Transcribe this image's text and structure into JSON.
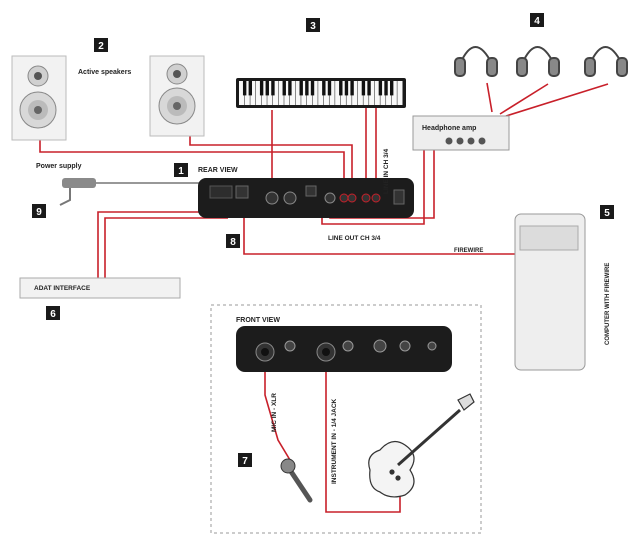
{
  "labels": {
    "rear_view": "REAR VIEW",
    "front_view": "FRONT VIEW",
    "active_speakers": "Active speakers",
    "power_supply": "Power supply",
    "headphone_amp": "Headphone amp",
    "adat_interface": "ADAT INTERFACE",
    "line_in_ch": "LINE IN CH 3/4",
    "line_out_ch": "LINE OUT CH 3/4",
    "firewire": "FIREWIRE",
    "computer": "COMPUTER WITH FIREWIRE",
    "mic_in": "MIC IN - XLR",
    "instrument_in": "INSTRUMENT IN - 1/4 JACK"
  },
  "badges": [
    "1",
    "2",
    "3",
    "4",
    "5",
    "6",
    "7",
    "8",
    "9"
  ],
  "colors": {
    "cable": "#c8202a",
    "cable_gray": "#777777",
    "device": "#1c1c1c",
    "badge": "#1a1a1a",
    "dashed_border": "#999999"
  }
}
